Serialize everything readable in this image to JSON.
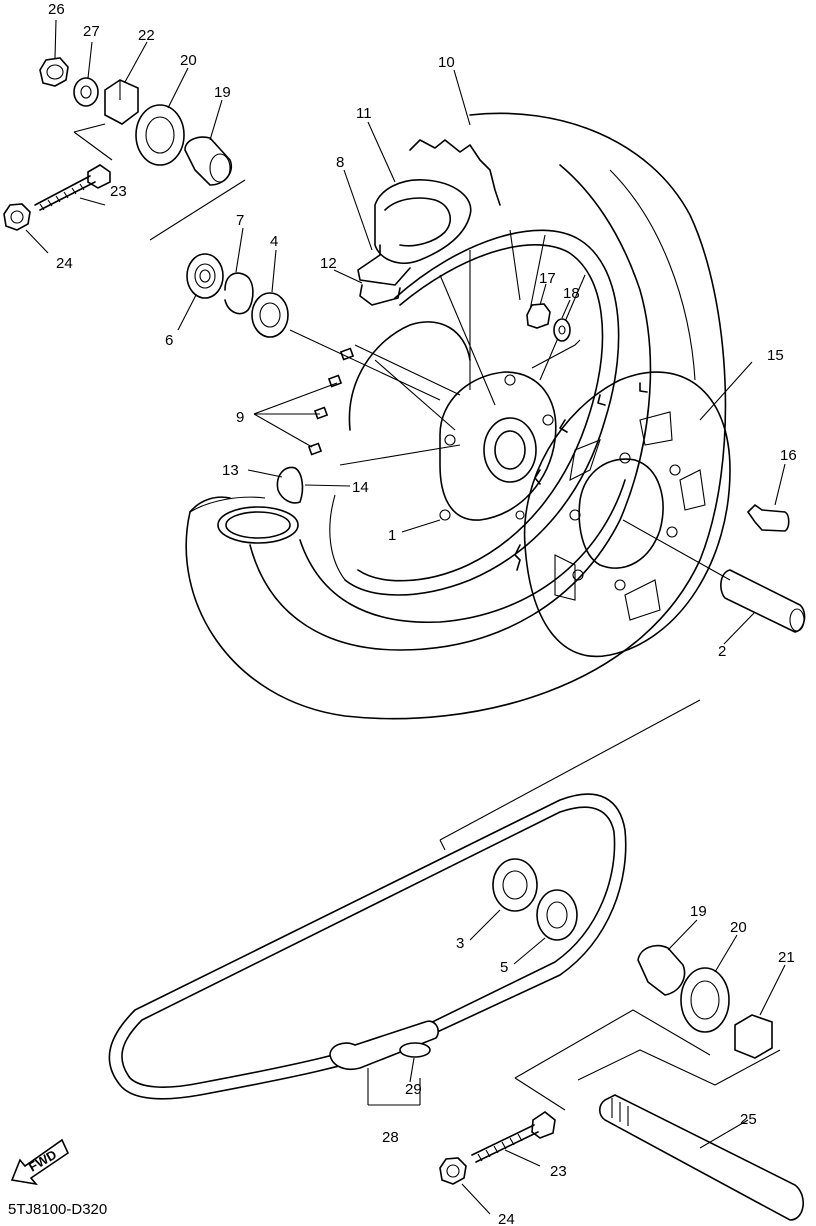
{
  "diagram_code": "5TJ8100-D320",
  "direction_label": "FWD",
  "callouts": {
    "c1": "1",
    "c2": "2",
    "c3": "3",
    "c4": "4",
    "c5": "5",
    "c6": "6",
    "c7": "7",
    "c8": "8",
    "c9": "9",
    "c10": "10",
    "c11": "11",
    "c12": "12",
    "c13": "13",
    "c14": "14",
    "c15": "15",
    "c16": "16",
    "c17": "17",
    "c18": "18",
    "c19a": "19",
    "c19b": "19",
    "c20a": "20",
    "c20b": "20",
    "c21": "21",
    "c22": "22",
    "c23a": "23",
    "c23b": "23",
    "c24a": "24",
    "c24b": "24",
    "c25": "25",
    "c26": "26",
    "c27": "27",
    "c28": "28",
    "c29": "29"
  }
}
